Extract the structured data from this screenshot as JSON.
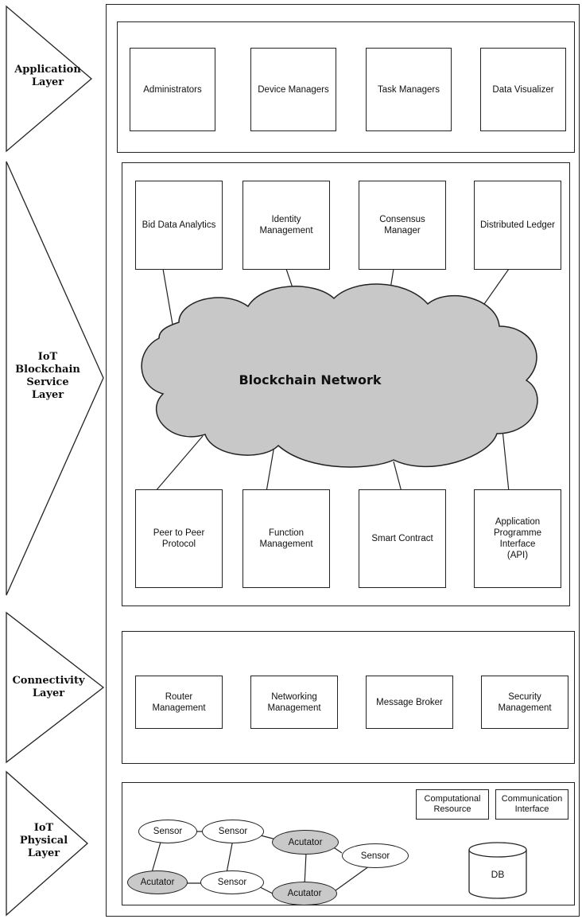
{
  "layers": {
    "application": {
      "label": "Application\nLayer",
      "components": [
        "Administrators",
        "Device Managers",
        "Task Managers",
        "Data Visualizer"
      ]
    },
    "service": {
      "label": "IoT\nBlockchain\nService\nLayer",
      "top_components": [
        "Bid Data Analytics",
        "Identity Management",
        "Consensus Manager",
        "Distributed Ledger"
      ],
      "network_label": "Blockchain Network",
      "bottom_components": [
        "Peer to Peer Protocol",
        "Function\nManagement",
        "Smart Contract",
        "Application\nProgramme Interface\n(API)"
      ]
    },
    "connectivity": {
      "label": "Connectivity\nLayer",
      "components": [
        "Router Management",
        "Networking\nManagement",
        "Message Broker",
        "Security Management"
      ]
    },
    "physical": {
      "label": "IoT\nPhysical\nLayer",
      "nodes": {
        "sensor_1": "Sensor",
        "sensor_2": "Sensor",
        "sensor_3": "Sensor",
        "sensor_4": "Sensor",
        "actuator_1": "Acutator",
        "actuator_2": "Acutator",
        "actuator_3": "Acutator"
      },
      "resources": [
        "Computational\nResource",
        "Communication\nInterface"
      ],
      "db_label": "DB"
    }
  },
  "colors": {
    "actuator_fill": "#c9c9c9",
    "cloud_fill": "#c8c8c8",
    "line": "#222222"
  }
}
